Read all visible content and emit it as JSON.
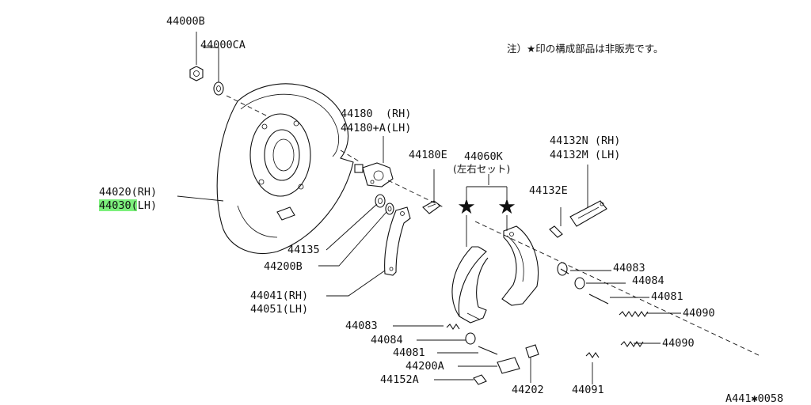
{
  "diagram": {
    "note": "注）★印の構成部品は非販売です。",
    "footer_code": "A441✱0058",
    "highlight_color": "#7cf07c",
    "labels": {
      "p44000B": "44000B",
      "p44000CA": "44000CA",
      "p44180_rh": "44180  (RH)",
      "p44180_lh": "44180+A(LH)",
      "p44180E": "44180E",
      "p44060K": "44060K",
      "p44060K_sub": "(左右セット)",
      "p44132N": "44132N (RH)",
      "p44132M": "44132M (LH)",
      "p44132E": "44132E",
      "p44020": "44020(RH)",
      "p44030": "44030(LH)",
      "p44135": "44135",
      "p44200B": "44200B",
      "p44041": "44041(RH)",
      "p44051": "44051(LH)",
      "p44083_r": "44083",
      "p44084_r": "44084",
      "p44081_r": "44081",
      "p44090_a": "44090",
      "p44090_b": "44090",
      "p44083_l": "44083",
      "p44084_l": "44084",
      "p44081_l": "44081",
      "p44200A": "44200A",
      "p44152A": "44152A",
      "p44202": "44202",
      "p44091": "44091"
    }
  }
}
